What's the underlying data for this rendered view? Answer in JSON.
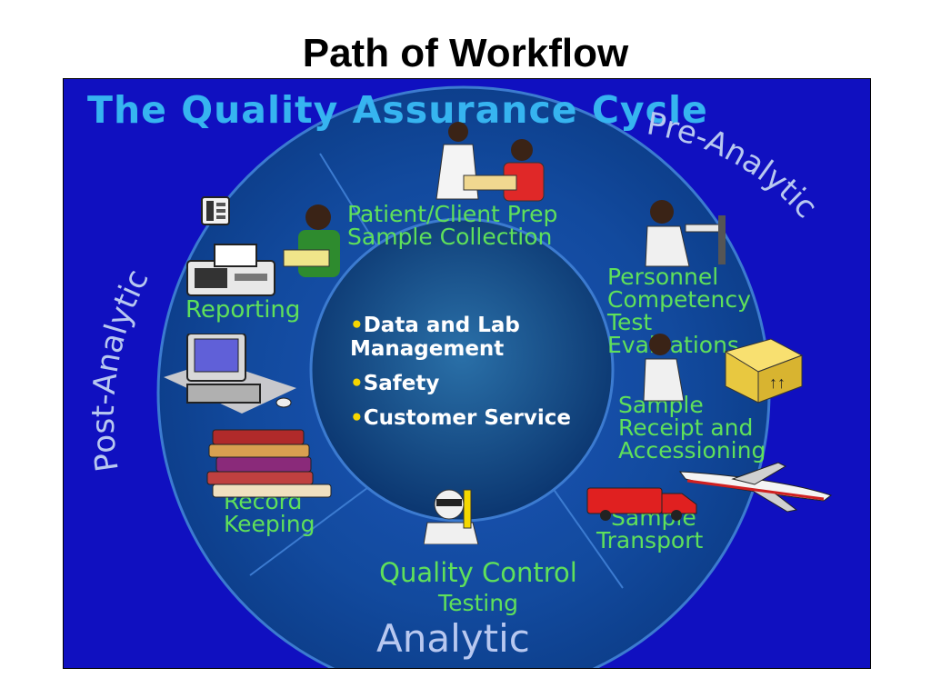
{
  "slide": {
    "title": "Path of Workflow"
  },
  "panel": {
    "title": "The Quality Assurance Cycle"
  },
  "phases": {
    "pre": "Pre-Analytic",
    "analytic": "Analytic",
    "post": "Post-Analytic"
  },
  "steps": {
    "patient_prep": [
      "Patient/Client Prep",
      "Sample Collection"
    ],
    "personnel": [
      "Personnel",
      "Competency",
      "Test",
      "Evaluations"
    ],
    "receipt": [
      "Sample",
      "Receipt and",
      "Accessioning"
    ],
    "transport": [
      "Sample",
      "Transport"
    ],
    "qc": [
      "Quality Control",
      "Testing"
    ],
    "record": [
      "Record",
      "Keeping"
    ],
    "reporting": [
      "Reporting"
    ]
  },
  "center": {
    "items": [
      "Data and Lab Management",
      "Safety",
      "Customer Service"
    ],
    "bullet": "•"
  },
  "colors": {
    "panel_bg": "#1010c0",
    "title": "#36b4f0",
    "label": "#5fe05a",
    "phase": "#b8c8f0",
    "bullet": "#f6d600"
  },
  "icons": [
    "phone-icon",
    "lab-worker-reporting-icon",
    "fax-machine-icon",
    "computer-icon",
    "books-icon",
    "patient-care-icon",
    "technician-icon",
    "lab-tech-box-icon",
    "delivery-van-icon",
    "airplane-icon",
    "qc-scientist-icon"
  ]
}
